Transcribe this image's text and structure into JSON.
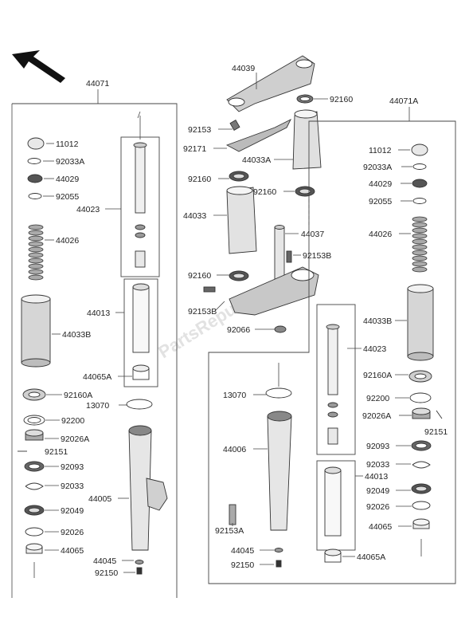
{
  "diagram": {
    "watermark": "PartsRepublik",
    "assemblies": {
      "left": "44071",
      "right": "44071A"
    },
    "labels": {
      "l_11012": "11012",
      "l_92033A": "92033A",
      "l_44029": "44029",
      "l_92055": "92055",
      "l_44023": "44023",
      "l_44026": "44026",
      "l_44013": "44013",
      "l_44033B": "44033B",
      "l_44065A": "44065A",
      "l_92160A": "92160A",
      "l_13070": "13070",
      "l_92200": "92200",
      "l_92026A": "92026A",
      "l_92151": "92151",
      "l_92093": "92093",
      "l_92033": "92033",
      "l_44005": "44005",
      "l_92049": "92049",
      "l_92026": "92026",
      "l_44065": "44065",
      "l_44045": "44045",
      "l_92150": "92150",
      "c_44039": "44039",
      "c_92160_top": "92160",
      "c_92153": "92153",
      "c_92171": "92171",
      "c_44033A": "44033A",
      "c_92160_a": "92160",
      "c_92160_b": "92160",
      "c_44033": "44033",
      "c_44037": "44037",
      "c_92153B_r": "92153B",
      "c_92160_c": "92160",
      "c_92153B_l": "92153B",
      "c_92066": "92066",
      "r_11012": "11012",
      "r_92033A": "92033A",
      "r_44029": "44029",
      "r_92055": "92055",
      "r_44026": "44026",
      "r_44033B": "44033B",
      "r_44023": "44023",
      "r_92160A": "92160A",
      "r_92200": "92200",
      "r_92026A": "92026A",
      "r_92151": "92151",
      "r_92093": "92093",
      "r_92033": "92033",
      "r_44013": "44013",
      "r_92049": "92049",
      "r_92026": "92026",
      "r_44065": "44065",
      "r_44065A": "44065A",
      "m_13070": "13070",
      "m_44006": "44006",
      "m_92153A": "92153A",
      "m_44045": "44045",
      "m_92150": "92150"
    }
  }
}
